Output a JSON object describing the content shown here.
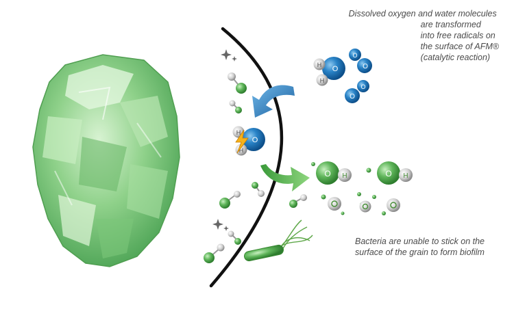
{
  "captions": {
    "top": {
      "line1": "Dissolved oxygen and water molecules",
      "line2": "are transformed",
      "line3": "into free radicals on",
      "line4": "the surface of AFM®",
      "line5": "(catalytic reaction)"
    },
    "bottom": {
      "line1": "Bacteria are unable to stick on the",
      "line2": "surface of the grain to form biofilm"
    }
  },
  "atoms": {
    "hydrogen": "H",
    "oxygen": "O"
  },
  "colors": {
    "grain_green": "#7cc779",
    "oxygen_blue": "#1f74b8",
    "radical_green": "#5fb55a",
    "hydrogen_grey": "#d9d9d9",
    "arrow_blue": "#2a7fc1",
    "arrow_green": "#55b34c",
    "boundary": "#111111",
    "text": "#4a4a4a"
  }
}
